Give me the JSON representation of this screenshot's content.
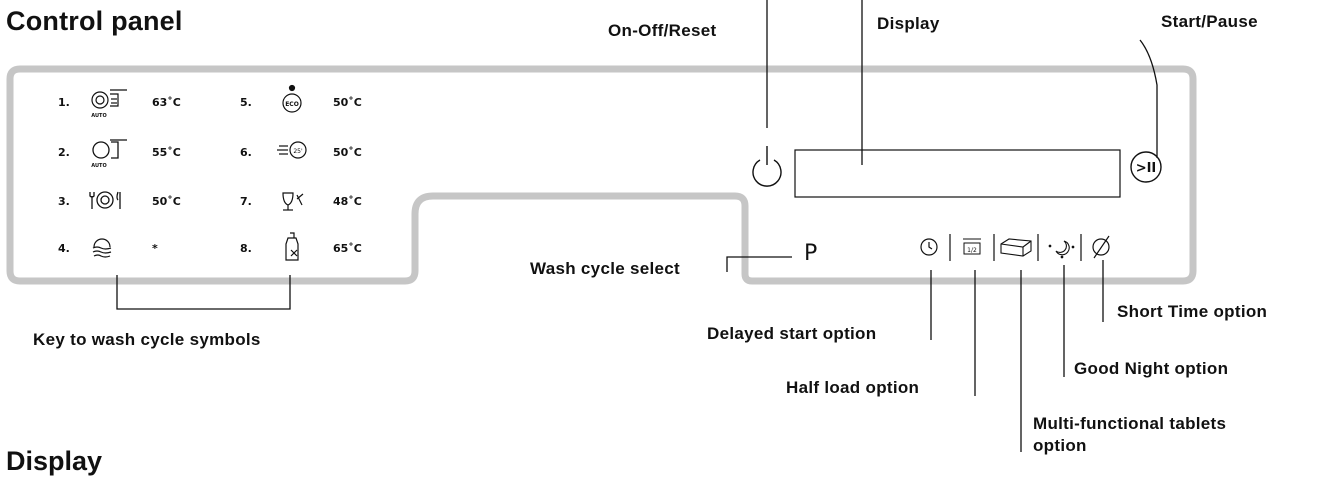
{
  "headings": {
    "control_panel": "Control panel",
    "display": "Display"
  },
  "callouts": {
    "on_off_reset": "On-Off/Reset",
    "display": "Display",
    "start_pause": "Start/Pause",
    "wash_cycle_select": "Wash cycle select",
    "key_symbols": "Key to wash cycle symbols",
    "delayed_start": "Delayed start option",
    "half_load": "Half load option",
    "multi_tablets_line1": "Multi-functional tablets",
    "multi_tablets_line2": "option",
    "good_night": "Good Night option",
    "short_time": "Short Time option"
  },
  "cycles": [
    {
      "num": "1.",
      "temp": "63˚C",
      "sub": "AUTO",
      "icon": "auto-intensive-icon"
    },
    {
      "num": "2.",
      "temp": "55˚C",
      "sub": "AUTO",
      "icon": "auto-normal-icon"
    },
    {
      "num": "3.",
      "temp": "50˚C",
      "icon": "cutlery-plate-icon"
    },
    {
      "num": "4.",
      "temp": "*",
      "icon": "prewash-icon"
    },
    {
      "num": "5.",
      "temp": "50˚C",
      "sub": "ECO",
      "icon": "eco-icon"
    },
    {
      "num": "6.",
      "temp": "50˚C",
      "sub": "25'",
      "icon": "quick-wash-icon"
    },
    {
      "num": "7.",
      "temp": "48˚C",
      "icon": "glass-icon"
    },
    {
      "num": "8.",
      "temp": "65˚C",
      "icon": "baby-bottle-icon"
    }
  ],
  "panel": {
    "program_letter": "P",
    "half_label": "1/2",
    "eco_label": "ECO"
  }
}
